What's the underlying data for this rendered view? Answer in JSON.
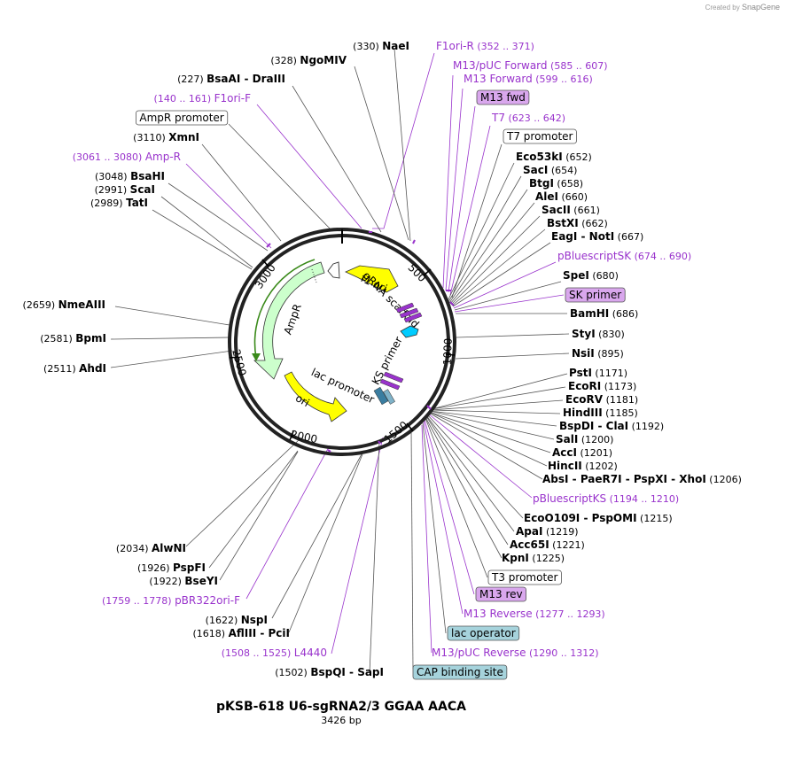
{
  "watermark": {
    "prefix": "Created by",
    "brand": "SnapGene"
  },
  "plasmid": {
    "name": "pKSB-618 U6-sgRNA2/3 GGAA AACA",
    "size_label": "3426 bp",
    "length": 3426
  },
  "colors": {
    "enzyme": "#000000",
    "primer": "#9933cc",
    "feature_fill_yellow": "#ffff00",
    "feature_fill_green": "#ccffcc",
    "primer_box": "#d9a7ed",
    "lac_box": "#a6d3dc"
  },
  "ring_ticks": [
    "500",
    "1000",
    "1500",
    "2000",
    "2500",
    "3000"
  ],
  "right_labels": [
    {
      "type": "primer",
      "name": "F1ori-R",
      "loc": "(352 .. 371)"
    },
    {
      "type": "primer",
      "name": "M13/pUC Forward",
      "loc": "(585 .. 607)"
    },
    {
      "type": "primer",
      "name": "M13 Forward",
      "loc": "(599 .. 616)"
    },
    {
      "type": "primerbox",
      "name": "M13 fwd"
    },
    {
      "type": "primer",
      "name": "T7",
      "loc": "(623 .. 642)"
    },
    {
      "type": "box",
      "name": "T7 promoter"
    },
    {
      "type": "enzyme",
      "name": "Eco53kI",
      "loc": "(652)"
    },
    {
      "type": "enzyme",
      "name": "SacI",
      "loc": "(654)"
    },
    {
      "type": "enzyme",
      "name": "BtgI",
      "loc": "(658)"
    },
    {
      "type": "enzyme",
      "name": "AleI",
      "loc": "(660)"
    },
    {
      "type": "enzyme",
      "name": "SacII",
      "loc": "(661)"
    },
    {
      "type": "enzyme",
      "name": "BstXI",
      "loc": "(662)"
    },
    {
      "type": "enzyme",
      "name": "EagI - NotI",
      "loc": "(667)"
    },
    {
      "type": "primer",
      "name": "pBluescriptSK",
      "loc": "(674 .. 690)"
    },
    {
      "type": "enzyme",
      "name": "SpeI",
      "loc": "(680)"
    },
    {
      "type": "primerbox",
      "name": "SK primer"
    },
    {
      "type": "enzyme",
      "name": "BamHI",
      "loc": "(686)"
    },
    {
      "type": "enzyme",
      "name": "StyI",
      "loc": "(830)"
    },
    {
      "type": "enzyme",
      "name": "NsiI",
      "loc": "(895)"
    },
    {
      "type": "enzyme",
      "name": "PstI",
      "loc": "(1171)"
    },
    {
      "type": "enzyme",
      "name": "EcoRI",
      "loc": "(1173)"
    },
    {
      "type": "enzyme",
      "name": "EcoRV",
      "loc": "(1181)"
    },
    {
      "type": "enzyme",
      "name": "HindIII",
      "loc": "(1185)"
    },
    {
      "type": "enzyme",
      "name": "BspDI - ClaI",
      "loc": "(1192)"
    },
    {
      "type": "enzyme",
      "name": "SalI",
      "loc": "(1200)"
    },
    {
      "type": "enzyme",
      "name": "AccI",
      "loc": "(1201)"
    },
    {
      "type": "enzyme",
      "name": "HincII",
      "loc": "(1202)"
    },
    {
      "type": "enzyme",
      "name": "AbsI - PaeR7I - PspXI - XhoI",
      "loc": "(1206)"
    },
    {
      "type": "primer",
      "name": "pBluescriptKS",
      "loc": "(1194 .. 1210)"
    },
    {
      "type": "enzyme",
      "name": "EcoO109I - PspOMI",
      "loc": "(1215)"
    },
    {
      "type": "enzyme",
      "name": "ApaI",
      "loc": "(1219)"
    },
    {
      "type": "enzyme",
      "name": "Acc65I",
      "loc": "(1221)"
    },
    {
      "type": "enzyme",
      "name": "KpnI",
      "loc": "(1225)"
    },
    {
      "type": "box",
      "name": "T3 promoter"
    },
    {
      "type": "primerbox",
      "name": "M13 rev"
    },
    {
      "type": "primer",
      "name": "M13 Reverse",
      "loc": "(1277 .. 1293)"
    },
    {
      "type": "lacbox",
      "name": "lac operator"
    },
    {
      "type": "primer",
      "name": "M13/pUC Reverse",
      "loc": "(1290 .. 1312)"
    },
    {
      "type": "lacbox",
      "name": "CAP binding site"
    }
  ],
  "left_labels": [
    {
      "type": "enzyme",
      "name": "NaeI",
      "loc": "(330)"
    },
    {
      "type": "enzyme",
      "name": "NgoMIV",
      "loc": "(328)"
    },
    {
      "type": "enzyme",
      "name": "BsaAI - DraIII",
      "loc": "(227)"
    },
    {
      "type": "primer",
      "name": "F1ori-F",
      "loc": "(140 .. 161)"
    },
    {
      "type": "box",
      "name": "AmpR promoter"
    },
    {
      "type": "enzyme",
      "name": "XmnI",
      "loc": "(3110)"
    },
    {
      "type": "primer",
      "name": "Amp-R",
      "loc": "(3061 .. 3080)"
    },
    {
      "type": "enzyme",
      "name": "BsaHI",
      "loc": "(3048)"
    },
    {
      "type": "enzyme",
      "name": "ScaI",
      "loc": "(2991)"
    },
    {
      "type": "enzyme",
      "name": "TatI",
      "loc": "(2989)"
    },
    {
      "type": "enzyme",
      "name": "NmeAIII",
      "loc": "(2659)"
    },
    {
      "type": "enzyme",
      "name": "BpmI",
      "loc": "(2581)"
    },
    {
      "type": "enzyme",
      "name": "AhdI",
      "loc": "(2511)"
    },
    {
      "type": "enzyme",
      "name": "AlwNI",
      "loc": "(2034)"
    },
    {
      "type": "enzyme",
      "name": "PspFI",
      "loc": "(1926)"
    },
    {
      "type": "enzyme",
      "name": "BseYI",
      "loc": "(1922)"
    },
    {
      "type": "primer",
      "name": "pBR322ori-F",
      "loc": "(1759 .. 1778)"
    },
    {
      "type": "enzyme",
      "name": "NspI",
      "loc": "(1622)"
    },
    {
      "type": "enzyme",
      "name": "AflIII - PciI",
      "loc": "(1618)"
    },
    {
      "type": "primer",
      "name": "L4440",
      "loc": "(1508 .. 1525)"
    },
    {
      "type": "enzyme",
      "name": "BspQI - SapI",
      "loc": "(1502)"
    }
  ],
  "inner_features": [
    {
      "name": "f1 ori"
    },
    {
      "name": "gRNA scaffold"
    },
    {
      "name": "AmpR"
    },
    {
      "name": "KS primer"
    },
    {
      "name": "lac promoter"
    },
    {
      "name": "ori"
    }
  ]
}
